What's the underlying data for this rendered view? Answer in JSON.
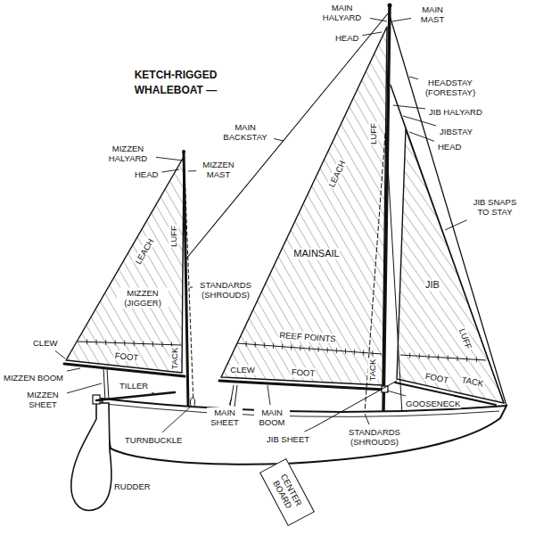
{
  "diagram": {
    "title": "KETCH-RIGGED WHALEBOAT —",
    "nodes": [
      {
        "text": [
          "LEACH",
          "LUFF",
          "MIZZEN (JIGGER)",
          "FOOT",
          "TACK"
        ]
      },
      {
        "text": [
          "LEACH",
          "LUFF",
          "MAINSAIL",
          "REEF POINTS",
          "CLEW",
          "FOOT",
          "TACK"
        ]
      },
      {
        "text": [
          "JIB",
          "LUFF",
          "FOOT",
          "TACK"
        ]
      },
      {
        "text": [
          "CENTER BOARD"
        ]
      }
    ],
    "labels": [
      "MAIN HALYARD",
      "HEAD",
      "MAIN MAST",
      "HEADSTAY (FORESTAY)",
      "JIB HALYARD",
      "JIBSTAY",
      "HEAD",
      "JIB SNAPS TO STAY",
      "MAIN BACKSTAY",
      "MIZZEN HALYARD",
      "HEAD",
      "MIZZEN MAST",
      "STANDARDS (SHROUDS)",
      "CLEW",
      "MIZZEN BOOM",
      "MIZZEN SHEET",
      "TILLER",
      "MAIN SHEET",
      "MAIN BOOM",
      "GOOSENECK",
      "TURNBUCKLE",
      "JIB SHEET",
      "STANDARDS (SHROUDS)",
      "RUDDER"
    ]
  }
}
